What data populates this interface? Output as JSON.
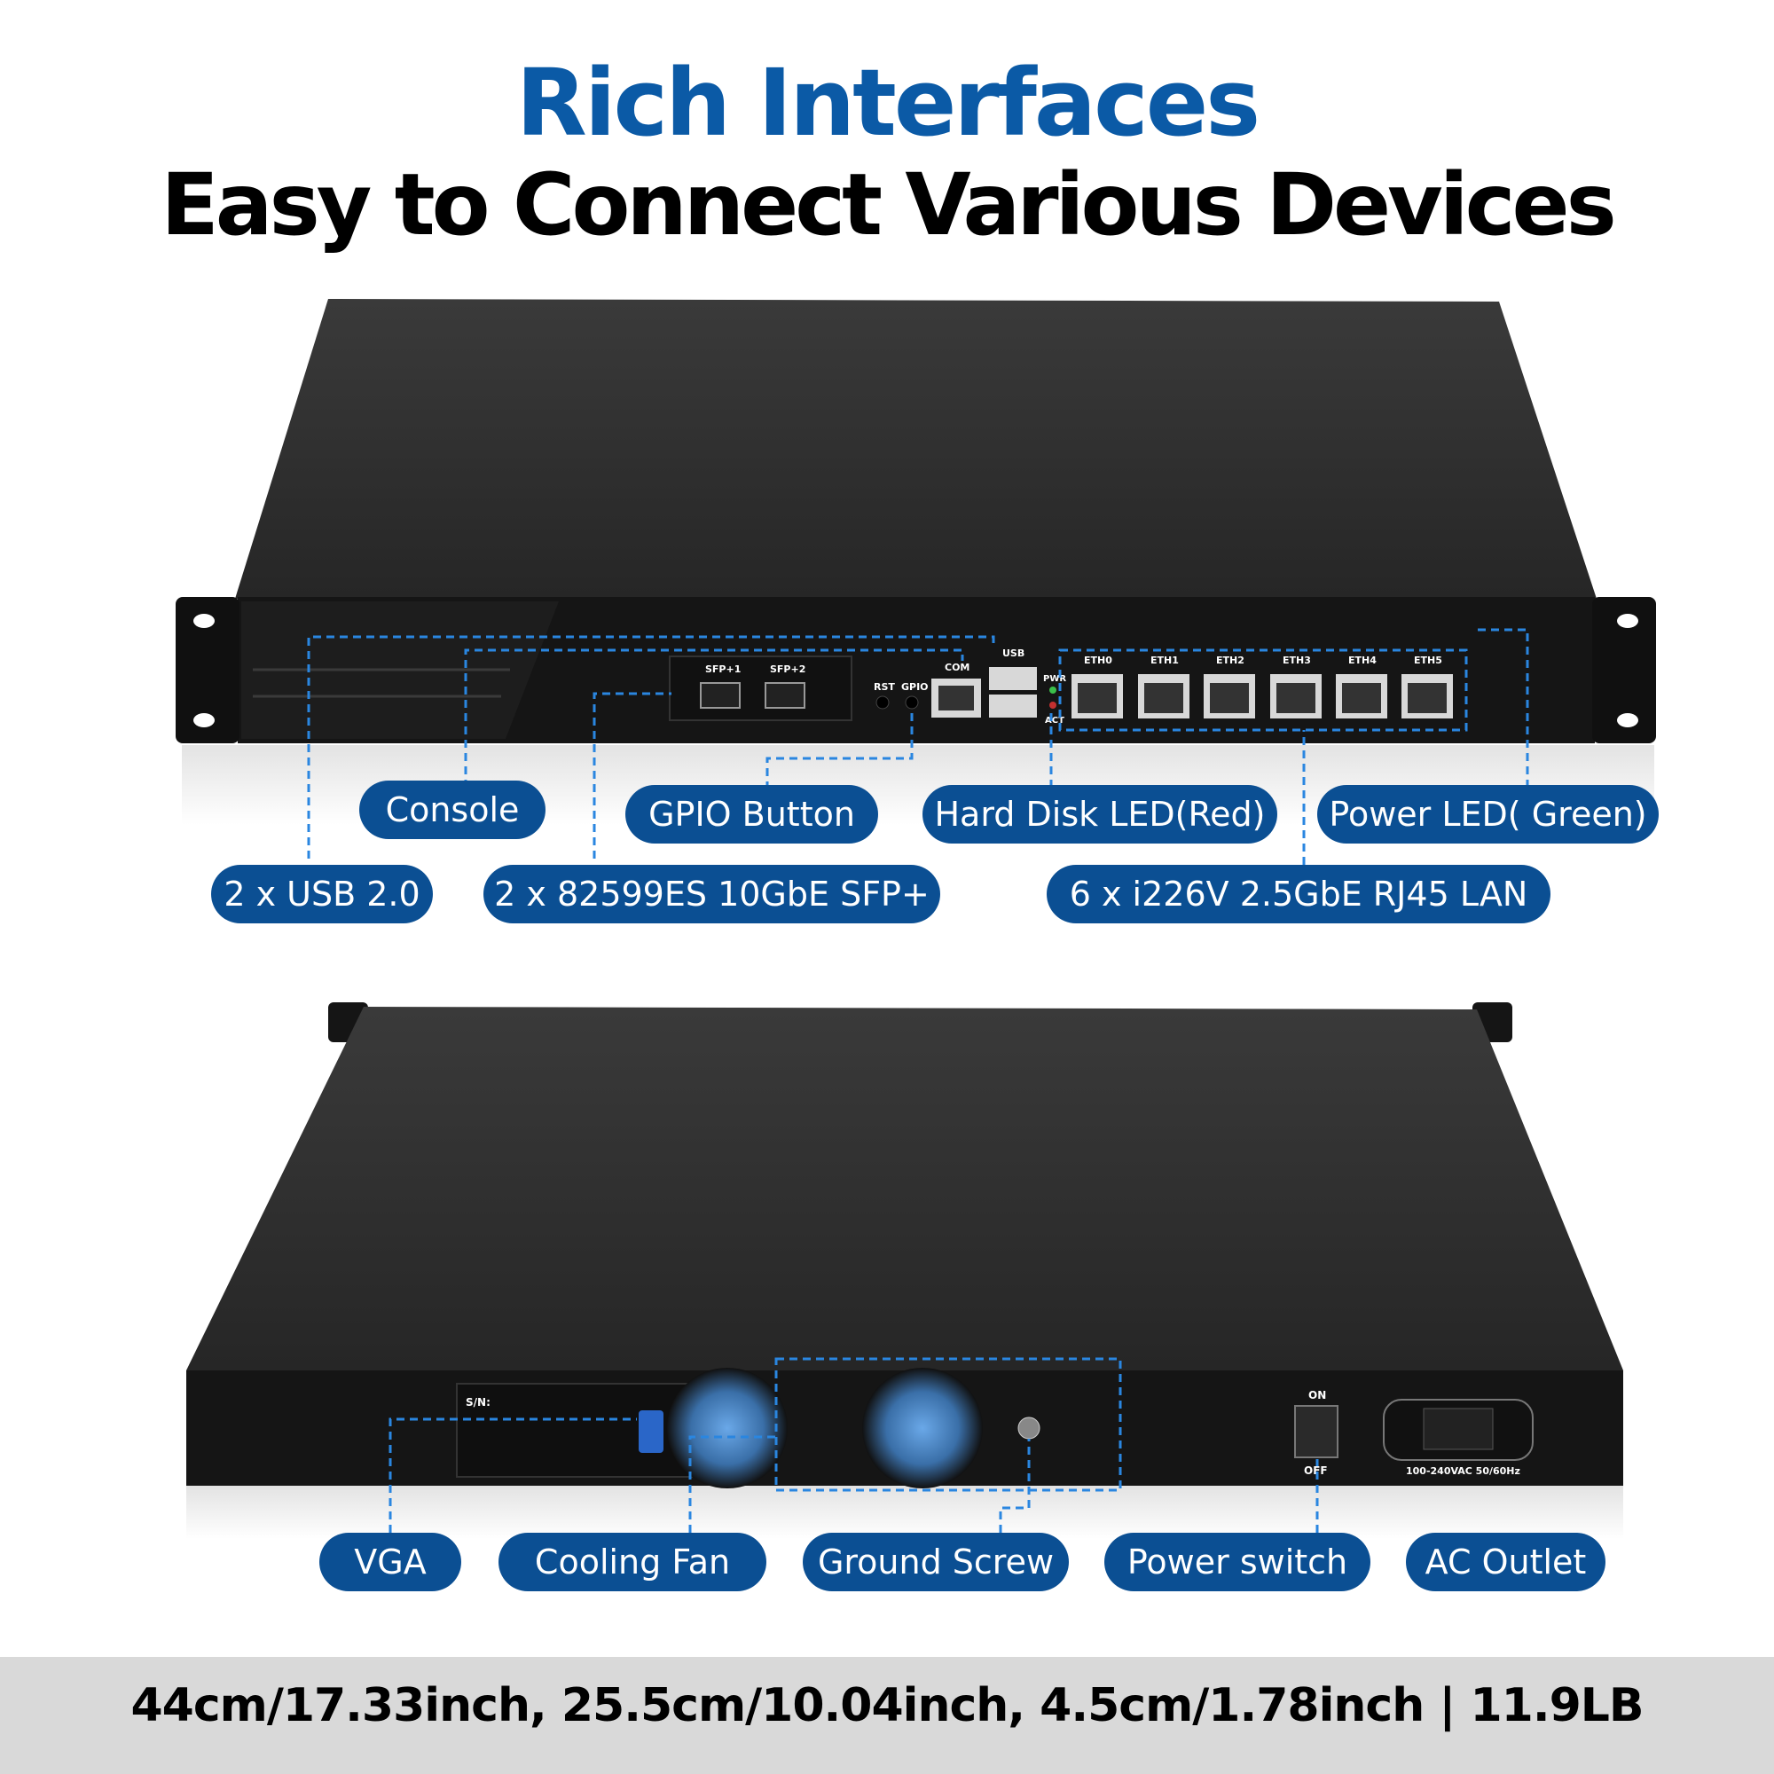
{
  "heading": {
    "title": "Rich Interfaces",
    "subtitle": "Easy to Connect Various Devices"
  },
  "front_panel": {
    "port_labels": {
      "sfp1": "SFP+1",
      "sfp2": "SFP+2",
      "rst": "RST",
      "gpio": "GPIO",
      "com": "COM",
      "usb": "USB",
      "pwr": "PWR",
      "act": "ACT",
      "eth": [
        "ETH0",
        "ETH1",
        "ETH2",
        "ETH3",
        "ETH4",
        "ETH5"
      ]
    },
    "callouts": {
      "console": "Console",
      "gpio_button": "GPIO Button",
      "hdd_led": "Hard Disk LED(Red)",
      "power_led": "Power LED( Green)",
      "usb": "2 x USB 2.0",
      "sfp": "2 x 82599ES 10GbE SFP+",
      "lan": "6 x i226V 2.5GbE RJ45 LAN"
    }
  },
  "rear_panel": {
    "labels": {
      "sn": "S/N:",
      "on": "ON",
      "off": "OFF",
      "ac_rating": "100-240VAC 50/60Hz"
    },
    "callouts": {
      "vga": "VGA",
      "cooling_fan": "Cooling Fan",
      "ground_screw": "Ground Screw",
      "power_switch": "Power switch",
      "ac_outlet": "AC Outlet"
    }
  },
  "footer": {
    "dimensions": "44cm/17.33inch, 25.5cm/10.04inch, 4.5cm/1.78inch |  11.9LB"
  },
  "colors": {
    "accent_blue": "#0b5aa6",
    "pill_blue": "#0b4f93",
    "chassis": "#2b2b2b",
    "footer_bg": "#d9d9d9"
  }
}
